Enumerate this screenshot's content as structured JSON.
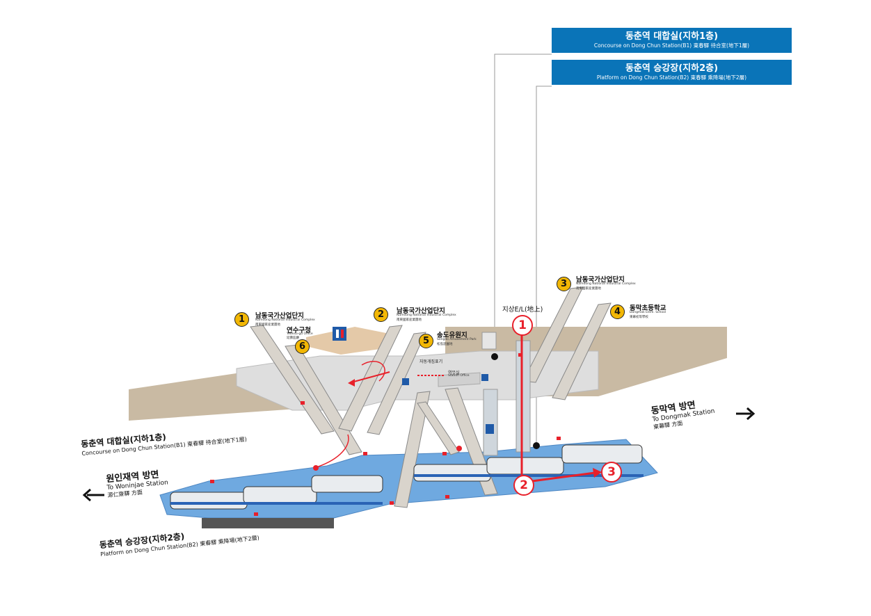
{
  "header_b1": {
    "ko": "동춘역 대합실(지하1층)",
    "en": "Concourse on Dong Chun Station(B1) 東春驛 待合室(地下1層)"
  },
  "header_b2": {
    "ko": "동춘역 승강장(지하2층)",
    "en": "Platform on Dong Chun Station(B2) 東春驛 乘降場(地下2層)"
  },
  "exits": [
    {
      "num": "1",
      "ko": "남동국가산업단지",
      "en": "Namdong National Industrial Complex",
      "cn": "南東國家産業團地"
    },
    {
      "num": "2",
      "ko": "남동국가산업단지",
      "en": "Namdong National Industrial Complex",
      "cn": "南東國家産業團地"
    },
    {
      "num": "3",
      "ko": "남동국가산업단지",
      "en": "Namdong National Industrial Complex",
      "cn": "南東國家産業團地"
    },
    {
      "num": "4",
      "ko": "동막초등학교",
      "en": "Dongmak Elem. School",
      "cn": "東幕初等學校"
    },
    {
      "num": "5",
      "ko": "송도유원지",
      "en": "Songdo Amusement Park",
      "cn": "松島遊園地"
    },
    {
      "num": "6",
      "ko": "연수구청",
      "en": "Yeonsu-gu Office",
      "cn": "延壽區廳"
    }
  ],
  "elevator_label": "지상E/L(地上)",
  "ticket_gate": "자동개집표기",
  "station_office": "역무실",
  "station_office_en": "Station Office",
  "concourse_label": {
    "ko": "동춘역 대합실(지하1층)",
    "en": "Concourse on Dong Chun Station(B1) 東春驛 待合室(地下1層)"
  },
  "platform_label": {
    "ko": "동춘역 승강장(지하2층)",
    "en": "Platform on Dong Chun Station(B2) 東春驛 乘降場(地下2層)"
  },
  "dir_left": {
    "ko": "원인재역 방면",
    "en": "To Woninjae Station",
    "cn": "源仁齋驛 方面"
  },
  "dir_right": {
    "ko": "동막역 방면",
    "en": "To Dongmak Station",
    "cn": "東幕驛 方面"
  },
  "route_steps": [
    "1",
    "2",
    "3"
  ],
  "colors": {
    "header": "#0a74b8",
    "route": "#e8202a",
    "exit_badge": "#f2b705",
    "platform": "#6fa9e0",
    "ground": "#c7b7a0",
    "concourse": "#dcdcdc"
  },
  "icons": [
    "toilet-icon",
    "elevator-icon",
    "escalator-icon",
    "phone-icon",
    "fire-extinguisher-icon"
  ]
}
